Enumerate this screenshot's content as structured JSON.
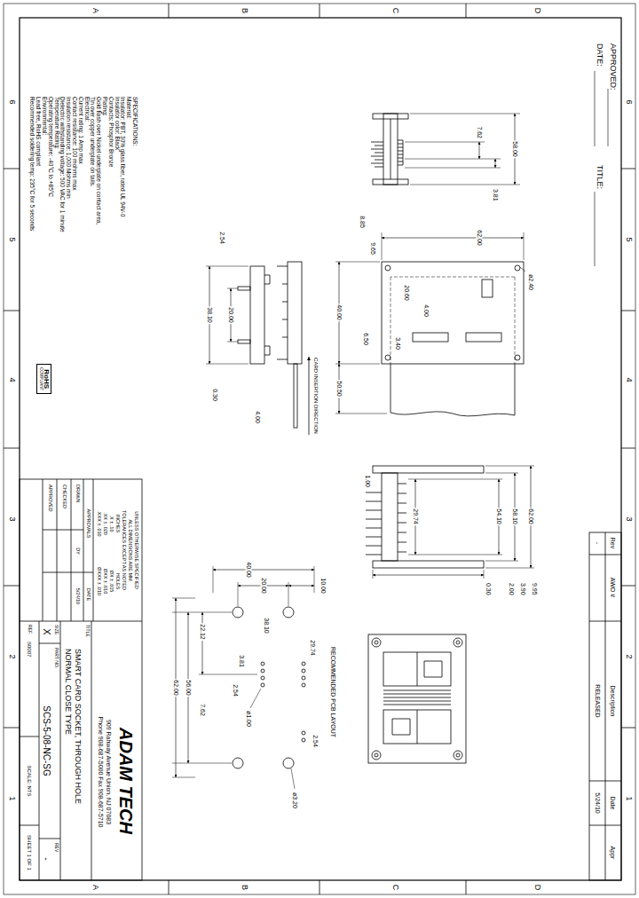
{
  "diagram": {
    "nodes": [
      {
        "text": [
          "RoHS",
          "COMPLIANT"
        ]
      }
    ],
    "labels": [
      "D",
      "C",
      "B",
      "A",
      "D",
      "C",
      "B",
      "A",
      "6",
      "5",
      "4",
      "3",
      "2",
      "1",
      "6",
      "5",
      "4",
      "3",
      "2",
      "1",
      "APPROVED:",
      "DATE:",
      "TITLE:",
      "58.00",
      "7.62",
      "3.81",
      "62.00",
      "8.85",
      "9.65",
      "ø2.40",
      "20.60",
      "4.00",
      "40.00",
      "6.50",
      "3.40",
      "50.50",
      "CARD INSERTION DIRECTION",
      "4.00",
      "2.54",
      "20.00",
      "38.10",
      "0.30",
      "62.00",
      "58.10",
      "54.10",
      "9.95",
      "3.90",
      "2.00",
      "0.30",
      "29.74",
      "1.00",
      "RECOMMENDED PCB LAYOUT",
      "40.00",
      "20.00",
      "10.00",
      "38.10",
      "29.74",
      "22.12",
      "3.81",
      "2.54",
      "ø1.00",
      "56.00",
      "62.00",
      "7.62",
      "2.54",
      "ø3.20",
      "UNLESS OTHERWISE SPECIFIED",
      "ALL DIMENSIONS ARE MM",
      "TOLERANCES EXCEPT AS NOTED",
      "INCHES",
      "HOLES",
      ".X ± .10",
      "ØX ± .015",
      ".XX ± .020",
      "ØXX ± .010",
      ".XXX ± .010",
      "ØXXX ± .010",
      "APPROVALS",
      "DATE",
      "DRAWN",
      "DY",
      "5/24/10",
      "CHECKED",
      "APPROVED",
      "ADAM TECH",
      "909 Rahway Avenue Union, NJ 07083",
      "Phone 908-687-5000 Fax 908-687-5710",
      "TITLE",
      "SMART CARD SOCKET, THROUGH HOLE",
      "NORMAL CLOSE TYPE",
      "SIZE",
      "X",
      "PART NO.",
      "SCS-5-08-NC-SG",
      "REV",
      "-",
      "REF.",
      "S0007",
      "SCALE: NTS",
      "SHEET 1 OF 1",
      "SPECIFICATIONS:",
      "Material:",
      "Insulator: PBT, 30% glass fiber, rated UL 94V-0",
      "Insulator color: Black",
      "Contacts: Phosphor Bronze",
      "Plating:",
      "Gold flash over Nickel underplate on contact area,",
      "Tin over copper underplate on tails.",
      "Electrical:",
      "Current rating: 1 Amp max",
      "Contact resistance: 100 mohms max",
      "Insulation resistance: 1,000 Mohms min",
      "Dielectric withstanding voltage: 500 VAC for 1 minute",
      "Temperature Rating:",
      "Operating temperature: -40°C to +85°C",
      "Environmental:",
      "Lead free, RoHS compliant",
      "Recommended soldering temp: 235°C for 5 seconds",
      "Rev",
      "AWO #",
      "Description",
      "Date",
      "Appr",
      "-",
      "RELEASED",
      "5/24/10"
    ]
  }
}
